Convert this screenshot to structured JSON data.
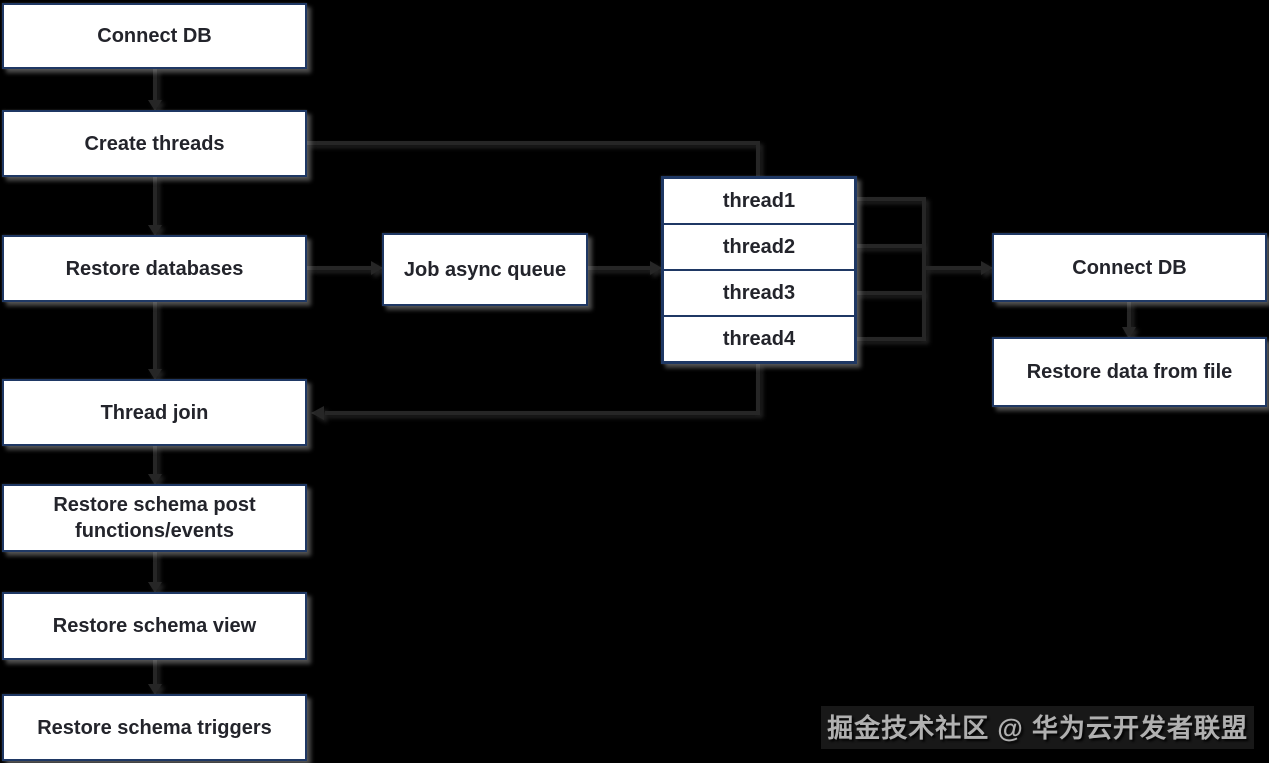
{
  "colors": {
    "bg": "#000000",
    "node-fill": "#ffffff",
    "node-border": "#1f3864",
    "node-text": "#23242b",
    "connector": "#262626",
    "watermark": "#b0b0b0"
  },
  "left_column": [
    {
      "label": "Connect DB"
    },
    {
      "label": "Create threads"
    },
    {
      "label": "Restore databases"
    },
    {
      "label": "Thread join"
    },
    {
      "label": "Restore schema post functions/events"
    },
    {
      "label": "Restore schema view"
    },
    {
      "label": "Restore schema triggers"
    }
  ],
  "middle": {
    "queue_label": "Job async queue",
    "threads": [
      {
        "label": "thread1"
      },
      {
        "label": "thread2"
      },
      {
        "label": "thread3"
      },
      {
        "label": "thread4"
      }
    ]
  },
  "right_column": [
    {
      "label": "Connect DB"
    },
    {
      "label": "Restore data from file"
    }
  ],
  "watermark": "掘金技术社区 @ 华为云开发者联盟"
}
